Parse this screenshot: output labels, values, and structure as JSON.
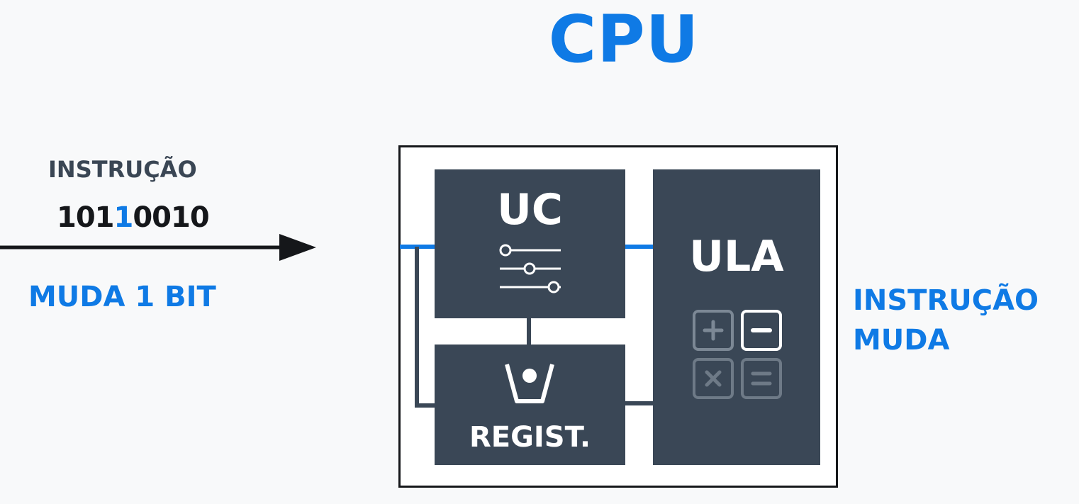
{
  "title": "CPU",
  "input": {
    "label": "INSTRUÇÃO",
    "bits_before": "101",
    "bits_changed": "1",
    "bits_after": "0010",
    "change_note": "MUDA 1 BIT"
  },
  "cpu": {
    "control_unit": {
      "label": "UC",
      "icon": "sliders-icon"
    },
    "registers": {
      "label": "REGIST.",
      "icon": "bucket-icon"
    },
    "alu": {
      "label": "ULA",
      "icon": "calculator-icon"
    }
  },
  "result": {
    "line1": "INSTRUÇÃO",
    "line2": "MUDA"
  },
  "colors": {
    "accent": "#0f7ae5",
    "block": "#3a4756",
    "text_dark": "#15171a",
    "label_gray": "#3a4654"
  }
}
